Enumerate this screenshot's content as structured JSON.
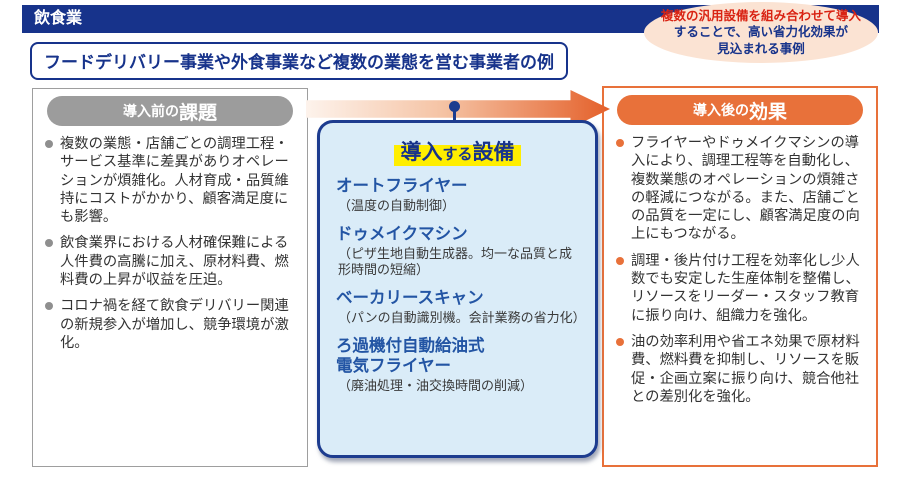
{
  "colors": {
    "navy": "#17338b",
    "orange": "#e8713a",
    "arrow_orange": "#e4602a",
    "gray_pill": "#9c9c9c",
    "equipment_box_fill": "#daecf8",
    "highlight_yellow": "#ffee00",
    "callout_bg": "#fbe3d3",
    "callout_red": "#d92313",
    "equipment_name_blue": "#2355a4"
  },
  "header": {
    "title": "飲食業"
  },
  "callout": {
    "line1": "複数の汎用設備を組み合わせて導入",
    "line2": "することで、高い省力化効果が",
    "line3": "見込まれる事例"
  },
  "subtitle": "フードデリバリー事業や外食事業など複数の業態を営む事業者の例",
  "before": {
    "title_prefix": "導入前の",
    "title_emphasis": "課題",
    "items": [
      "複数の業態・店舗ごとの調理工程・サービス基準に差異がありオペレーションが煩雑化。人材育成・品質維持にコストがかかり、顧客満足度にも影響。",
      "飲食業界における人材確保難による人件費の高騰に加え、原材料費、燃料費の上昇が収益を圧迫。",
      "コロナ禍を経て飲食デリバリー関連の新規参入が増加し、競争環境が激化。"
    ]
  },
  "equipment": {
    "title_part1": "導入",
    "title_part2": "する",
    "title_part3": "設備",
    "items": [
      {
        "name": "オートフライヤー",
        "desc": "（温度の自動制御）"
      },
      {
        "name": "ドゥメイクマシン",
        "desc": "（ピザ生地自動生成器。均一な品質と成形時間の短縮）"
      },
      {
        "name": "ベーカリースキャン",
        "desc": "（パンの自動識別機。会計業務の省力化）"
      },
      {
        "name": "ろ過機付自動給油式\n電気フライヤー",
        "desc": "（廃油処理・油交換時間の削減）"
      }
    ]
  },
  "after": {
    "title_prefix": "導入後の",
    "title_emphasis": "効果",
    "items": [
      "フライヤーやドゥメイクマシンの導入により、調理工程等を自動化し、複数業態のオペレーションの煩雑さの軽減につながる。また、店舗ごとの品質を一定にし、顧客満足度の向上にもつながる。",
      "調理・後片付け工程を効率化し少人数でも安定した生産体制を整備し、リソースをリーダー・スタッフ教育に振り向け、組織力を強化。",
      "油の効率利用や省エネ効果で原材料費、燃料費を抑制し、リソースを販促・企画立案に振り向け、競合他社との差別化を強化。"
    ]
  }
}
